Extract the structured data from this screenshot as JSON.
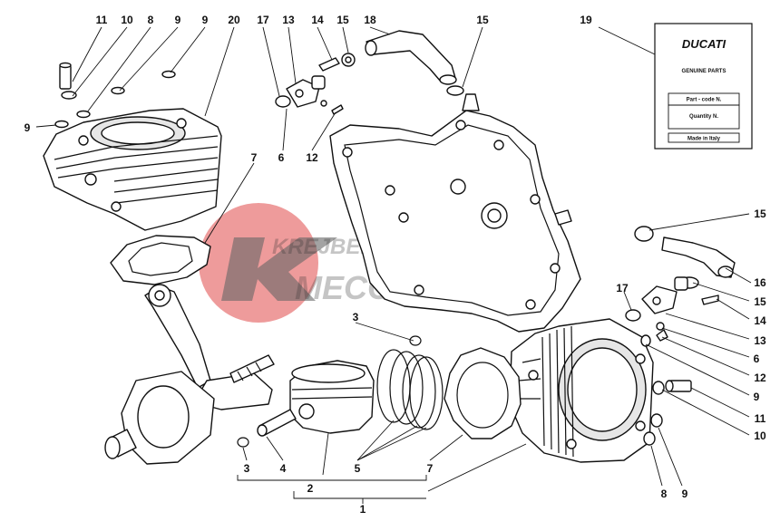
{
  "label_card": {
    "brand": "DUCATI",
    "subtitle": "GENUINE PARTS",
    "part_code": "Part - code N.",
    "quantity": "Quantity N.",
    "made_in": "Made in Italy"
  },
  "watermark": {
    "line1": "KREJBERG",
    "line2": "MECCANICA"
  },
  "callouts": [
    {
      "id": "c11-top",
      "text": "11"
    },
    {
      "id": "c10-top",
      "text": "10"
    },
    {
      "id": "c8-top",
      "text": "8"
    },
    {
      "id": "c9-top-a",
      "text": "9"
    },
    {
      "id": "c9-top-b",
      "text": "9"
    },
    {
      "id": "c20",
      "text": "20"
    },
    {
      "id": "c17-top",
      "text": "17"
    },
    {
      "id": "c13-top",
      "text": "13"
    },
    {
      "id": "c14-top",
      "text": "14"
    },
    {
      "id": "c15-top-a",
      "text": "15"
    },
    {
      "id": "c18",
      "text": "18"
    },
    {
      "id": "c15-top-b",
      "text": "15"
    },
    {
      "id": "c19",
      "text": "19"
    },
    {
      "id": "c9-left",
      "text": "9"
    },
    {
      "id": "c6-top",
      "text": "6"
    },
    {
      "id": "c12-top",
      "text": "12"
    },
    {
      "id": "c7-top",
      "text": "7"
    },
    {
      "id": "c15-right-a",
      "text": "15"
    },
    {
      "id": "c16",
      "text": "16"
    },
    {
      "id": "c17-right",
      "text": "17"
    },
    {
      "id": "c15-right-b",
      "text": "15"
    },
    {
      "id": "c14-right",
      "text": "14"
    },
    {
      "id": "c13-right",
      "text": "13"
    },
    {
      "id": "c6-right",
      "text": "6"
    },
    {
      "id": "c12-right",
      "text": "12"
    },
    {
      "id": "c9-right",
      "text": "9"
    },
    {
      "id": "c11-right",
      "text": "11"
    },
    {
      "id": "c10-right",
      "text": "10"
    },
    {
      "id": "c3-top",
      "text": "3"
    },
    {
      "id": "c3-bottom",
      "text": "3"
    },
    {
      "id": "c4",
      "text": "4"
    },
    {
      "id": "c5",
      "text": "5"
    },
    {
      "id": "c7-bottom",
      "text": "7"
    },
    {
      "id": "c2",
      "text": "2"
    },
    {
      "id": "c1",
      "text": "1"
    },
    {
      "id": "c8-bottom",
      "text": "8"
    },
    {
      "id": "c9-bottom",
      "text": "9"
    }
  ]
}
